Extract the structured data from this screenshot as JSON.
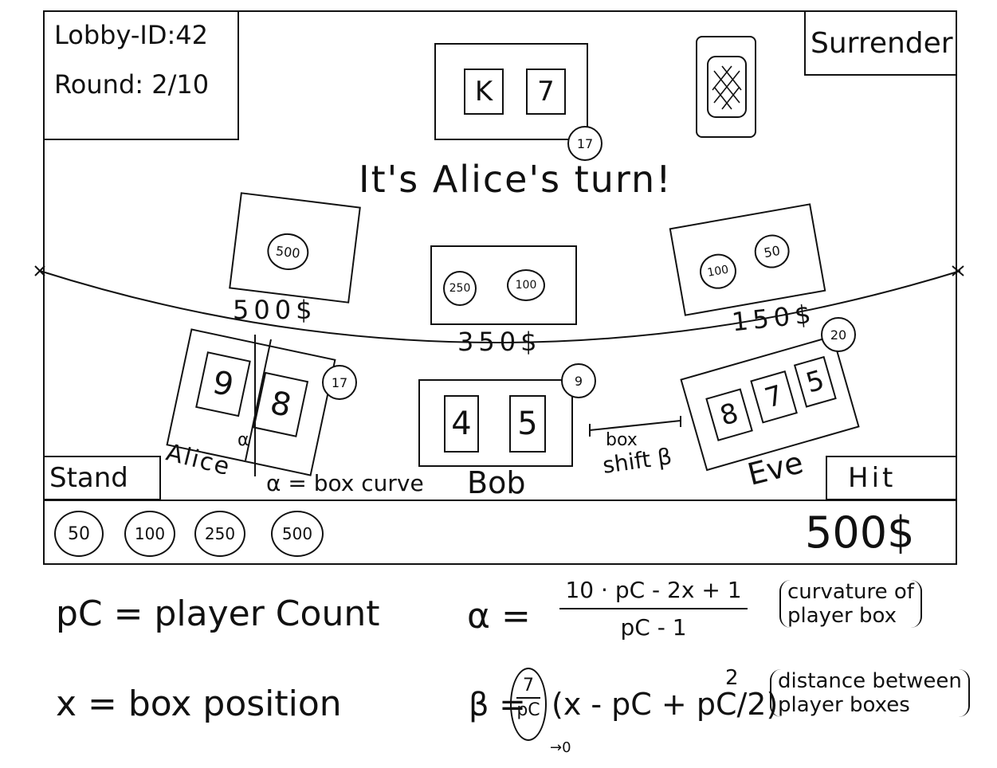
{
  "header": {
    "lobby_id": "Lobby-ID:42",
    "round": "Round: 2/10",
    "surrender_label": "Surrender"
  },
  "dealer": {
    "cards": [
      "K",
      "7"
    ],
    "score": "17",
    "deck_icon": "card-back-icon"
  },
  "status": {
    "turn_text": "It's Alice's turn!"
  },
  "bets": [
    {
      "chips": [
        "500"
      ],
      "total": "500$"
    },
    {
      "chips": [
        "250",
        "100"
      ],
      "total": "350$"
    },
    {
      "chips": [
        "100",
        "50"
      ],
      "total": "150$"
    }
  ],
  "players": [
    {
      "name": "Alice",
      "cards": [
        "9",
        "8"
      ],
      "score": "17"
    },
    {
      "name": "Bob",
      "cards": [
        "4",
        "5"
      ],
      "score": "9"
    },
    {
      "name": "Eve",
      "cards": [
        "8",
        "7",
        "5"
      ],
      "score": "20"
    }
  ],
  "annotations": {
    "alpha_label": "α = box curve",
    "alpha_symbol": "α",
    "beta_label_1": "box",
    "beta_label_2": "shift β"
  },
  "actions": {
    "stand_label": "Stand",
    "hit_label": "Hit"
  },
  "chip_selector": [
    "50",
    "100",
    "250",
    "500"
  ],
  "balance": "500$",
  "notes": {
    "pc_def": "pC = player Count",
    "x_def": "x = box position",
    "alpha_lhs": "α =",
    "alpha_num": "10 · pC - 2x + 1",
    "alpha_den": "pC - 1",
    "alpha_desc_1": "curvature of",
    "alpha_desc_2": "player box",
    "beta_lhs": "β =",
    "beta_frac_num": "7",
    "beta_frac_den": "pC",
    "beta_body": "(x - pC + pC/2)",
    "beta_exp": "2",
    "beta_sub": "→0",
    "beta_desc_1": "distance between",
    "beta_desc_2": "player boxes"
  }
}
